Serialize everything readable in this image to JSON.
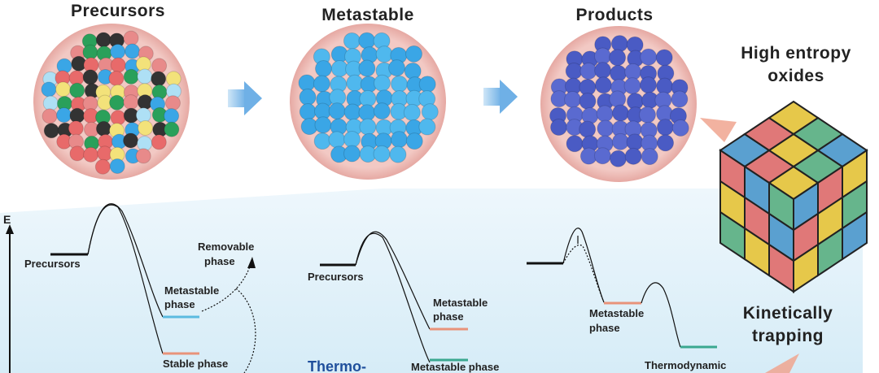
{
  "stages": {
    "precursors": "Precursors",
    "metastable": "Metastable",
    "products": "Products"
  },
  "hea_title_line1": "High entropy",
  "hea_title_line2": "oxides",
  "kinetic_line1": "Kinetically",
  "kinetic_line2": "trapping",
  "axis_label": "E",
  "diagram1": {
    "precursors": "Precursors",
    "removable_line1": "Removable",
    "removable_line2": "phase",
    "metastable_line1": "Metastable",
    "metastable_line2": "phase",
    "stable": "Stable phase"
  },
  "diagram2": {
    "precursors": "Precursors",
    "metastable_line1": "Metastable",
    "metastable_line2": "phase",
    "bottom": "Metastable phase",
    "side_label": "Thermo-"
  },
  "diagram3": {
    "metastable_line1": "Metastable",
    "metastable_line2": "phase",
    "thermo": "Thermodynamic"
  },
  "colors": {
    "blue_level": "#5bbbe0",
    "orange_level": "#e8937a",
    "teal_level": "#3aa890",
    "panel": "#dcefF8",
    "ball_blue": "#3aa6e6",
    "ball_indigo": "#4a5bc4"
  }
}
